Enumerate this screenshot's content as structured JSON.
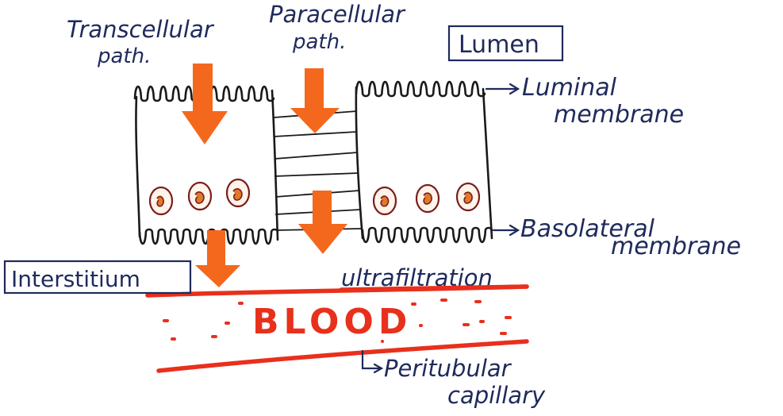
{
  "labels": {
    "transcellular_line1": "Transcellular",
    "transcellular_line2": "path.",
    "paracellular_line1": "Paracellular",
    "paracellular_line2": "path.",
    "lumen": "Lumen",
    "luminal_line1": "Luminal",
    "luminal_line2": "membrane",
    "basolateral_line1": "Basolateral",
    "basolateral_line2": "membrane",
    "interstitium": "Interstitium",
    "ultrafiltration": "ultrafiltration",
    "blood": "BLOOD",
    "peritubular_line1": "Peritubular",
    "peritubular_line2": "capillary"
  },
  "colors": {
    "ink": "#1f2a5c",
    "cell_outline": "#1a1a1a",
    "arrow": "#f4681e",
    "blood": "#e8301c",
    "nucleus": "#7a1d1d",
    "nucleus_inner": "#e07a2a"
  }
}
